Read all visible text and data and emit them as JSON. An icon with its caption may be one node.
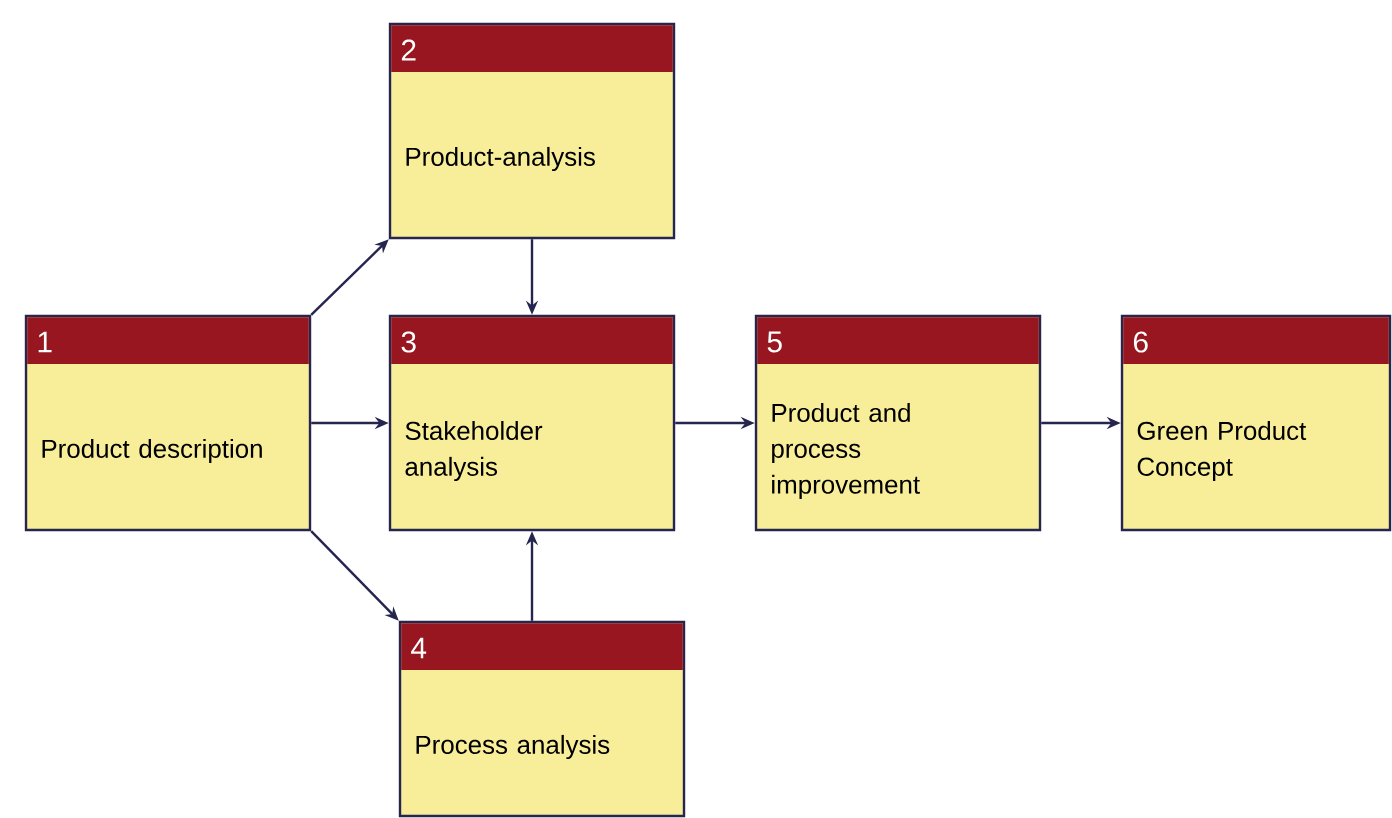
{
  "diagram": {
    "nodes": [
      {
        "text": [
          "1",
          "Product description"
        ]
      },
      {
        "text": [
          "2",
          "Product-analysis"
        ]
      },
      {
        "text": [
          "3",
          "Stakeholder analysis"
        ]
      },
      {
        "text": [
          "4",
          "Process analysis"
        ]
      },
      {
        "text": [
          "5",
          "Product and process improvement"
        ]
      },
      {
        "text": [
          "6",
          "Green Product Concept"
        ]
      }
    ],
    "edges": [
      {
        "from": 0,
        "to": 1,
        "arrow": "to"
      },
      {
        "from": 0,
        "to": 2,
        "arrow": "to"
      },
      {
        "from": 0,
        "to": 3,
        "arrow": "to"
      },
      {
        "from": 1,
        "to": 2,
        "arrow": "to"
      },
      {
        "from": 3,
        "to": 2,
        "arrow": "to"
      },
      {
        "from": 2,
        "to": 4,
        "arrow": "to"
      },
      {
        "from": 4,
        "to": 5,
        "arrow": "to"
      }
    ]
  }
}
